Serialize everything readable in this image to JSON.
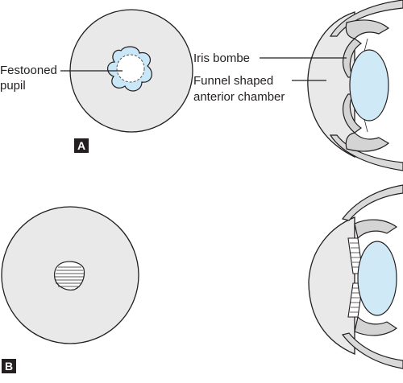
{
  "panels": [
    {
      "letter": "A",
      "labels": {
        "festooned_line1": "Festooned",
        "festooned_line2": "pupil",
        "iris_bombe": "Iris bombe",
        "funnel_line1": "Funnel shaped",
        "funnel_line2": "anterior chamber"
      }
    },
    {
      "letter": "B"
    }
  ],
  "colors": {
    "globe_fill": "#e9e9ea",
    "lens_fill": "#cfe9f7",
    "iris_fill": "#c9e7f7",
    "outline": "#231f20",
    "label_box": "#231f20"
  }
}
